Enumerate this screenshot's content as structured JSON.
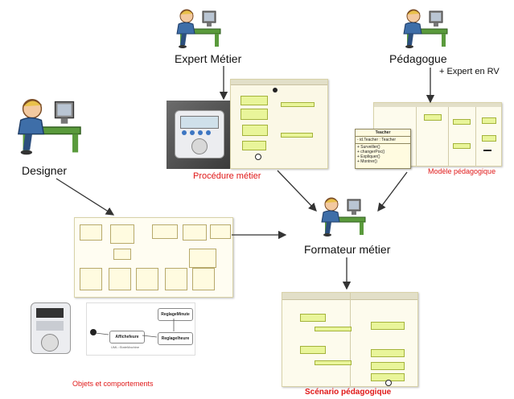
{
  "roles": {
    "expert_metier": "Expert Métier",
    "pedagogue": "Pédagogue",
    "expert_rv": "+ Expert en RV",
    "designer": "Designer",
    "formateur": "Formateur métier"
  },
  "captions": {
    "procedure": "Procédure métier",
    "modele": "Modèle pédagogique",
    "objets": "Objets et comportements",
    "scenario": "Scénario pédagogique"
  },
  "teacher_class": {
    "header": "Teacher",
    "attribute": "- id.Teacher : Teacher",
    "methods": [
      "+ Surveiller()",
      "+ changerPoc()",
      "+ Expliquer()",
      "+ Montrer()"
    ]
  },
  "state_machine": {
    "states": [
      "Affichefeure",
      "Reglagelheure",
      "ReglageMinute"
    ],
    "label": "UML::StateMachine"
  },
  "colors": {
    "caption_red": "#e01818",
    "accent": "#1a4f9c"
  }
}
